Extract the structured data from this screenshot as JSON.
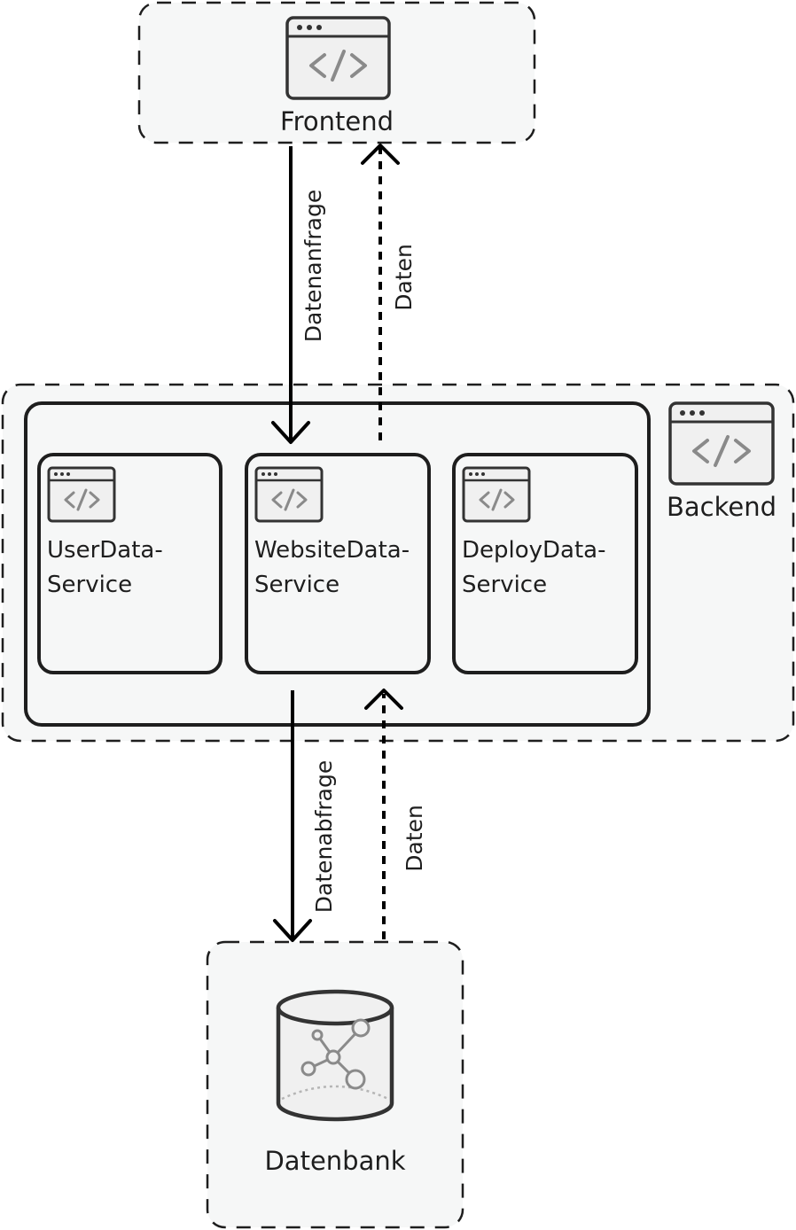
{
  "nodes": {
    "frontend": {
      "label": "Frontend"
    },
    "backend": {
      "label": "Backend"
    },
    "services": [
      {
        "line1": "UserData-",
        "line2": "Service"
      },
      {
        "line1": "WebsiteData-",
        "line2": "Service"
      },
      {
        "line1": "DeployData-",
        "line2": "Service"
      }
    ],
    "database": {
      "label": "Datenbank"
    }
  },
  "edges": {
    "request": {
      "label": "Datenanfrage"
    },
    "response_to_frontend": {
      "label": "Daten"
    },
    "query": {
      "label": "Datenabfrage"
    },
    "response_from_db": {
      "label": "Daten"
    }
  },
  "colors": {
    "stroke": "#1e1e1e",
    "group_fill": "#f6f7f7",
    "icon_gray": "#8a8a8a",
    "icon_fill": "#f0f0f0"
  }
}
